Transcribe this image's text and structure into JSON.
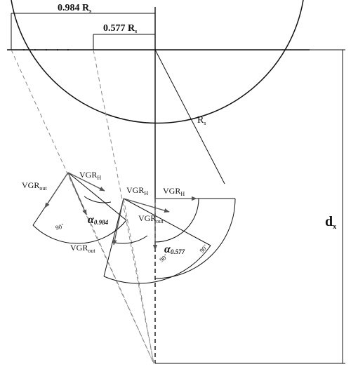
{
  "dimensions": {
    "top": {
      "value": "0.984 R",
      "sub": "s"
    },
    "second": {
      "value": "0.577 R",
      "sub": "s"
    },
    "radius": {
      "value": "R",
      "sub": "s"
    },
    "depth": {
      "value": "d",
      "sub": "x"
    }
  },
  "labels": {
    "vgr_out": {
      "value": "VGR",
      "sub": "out"
    },
    "vgr_h": {
      "value": "VGR",
      "sub": "H"
    },
    "right_angle": "90˚"
  },
  "angles": {
    "alpha_large": {
      "symbol": "α",
      "sub": "0.984"
    },
    "alpha_small": {
      "symbol": "α",
      "sub": "0.577"
    }
  }
}
